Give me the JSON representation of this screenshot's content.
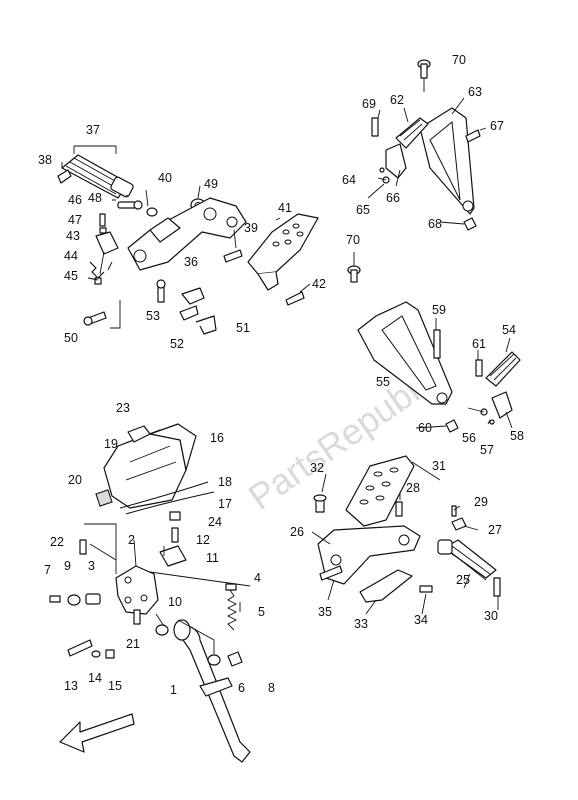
{
  "watermark": "PartsRepublik",
  "callouts": {
    "c1": "1",
    "c2": "2",
    "c3": "3",
    "c4": "4",
    "c5": "5",
    "c6": "6",
    "c7": "7",
    "c8": "8",
    "c9": "9",
    "c10": "10",
    "c11": "11",
    "c12": "12",
    "c13": "13",
    "c14": "14",
    "c15": "15",
    "c16": "16",
    "c17": "17",
    "c18": "18",
    "c19": "19",
    "c20": "20",
    "c21": "21",
    "c22": "22",
    "c23": "23",
    "c24": "24",
    "c25": "25",
    "c26": "26",
    "c27": "27",
    "c28": "28",
    "c29": "29",
    "c30": "30",
    "c31": "31",
    "c32": "32",
    "c33": "33",
    "c34": "34",
    "c35": "35",
    "c36": "36",
    "c37": "37",
    "c38": "38",
    "c39": "39",
    "c40": "40",
    "c41": "41",
    "c42": "42",
    "c43": "43",
    "c44": "44",
    "c45": "45",
    "c46": "46",
    "c47": "47",
    "c48": "48",
    "c49": "49",
    "c50": "50",
    "c51": "51",
    "c52": "52",
    "c53": "53",
    "c54": "54",
    "c55": "55",
    "c56": "56",
    "c57": "57",
    "c58": "58",
    "c59": "59",
    "c60": "60",
    "c61": "61",
    "c62": "62",
    "c63": "63",
    "c64": "64",
    "c65": "65",
    "c66": "66",
    "c67": "67",
    "c68": "68",
    "c69": "69",
    "c70a": "70",
    "c70b": "70"
  },
  "icons": {
    "direction_arrow": "front-direction-arrow-icon"
  }
}
